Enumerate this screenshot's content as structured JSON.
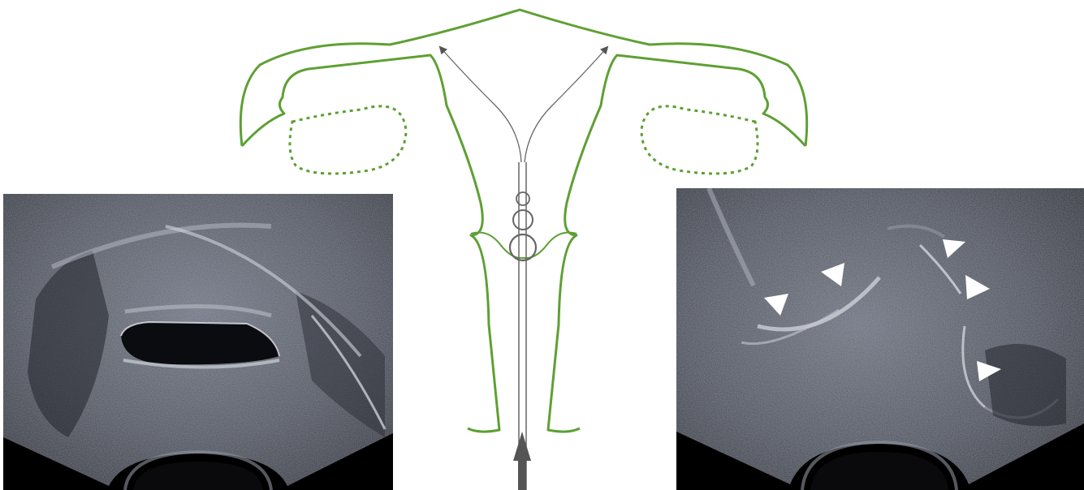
{
  "colors": {
    "anatomy_outline": "#5ea033",
    "catheter": "#666666",
    "arrow": "#555555",
    "ultrasound_bg": "#3a3d45",
    "echo_bright": "#c8ccd6",
    "marker": "#ffffff"
  },
  "icons": {
    "flow_arrow": "arrow-up-icon",
    "marker": "triangle-marker-icon"
  },
  "panels": {
    "left": {
      "kind": "ultrasound-image",
      "markers": 0
    },
    "center": {
      "kind": "uterus-schematic-with-catheter",
      "balloons": 3
    },
    "right": {
      "kind": "ultrasound-image",
      "markers": 5
    }
  }
}
